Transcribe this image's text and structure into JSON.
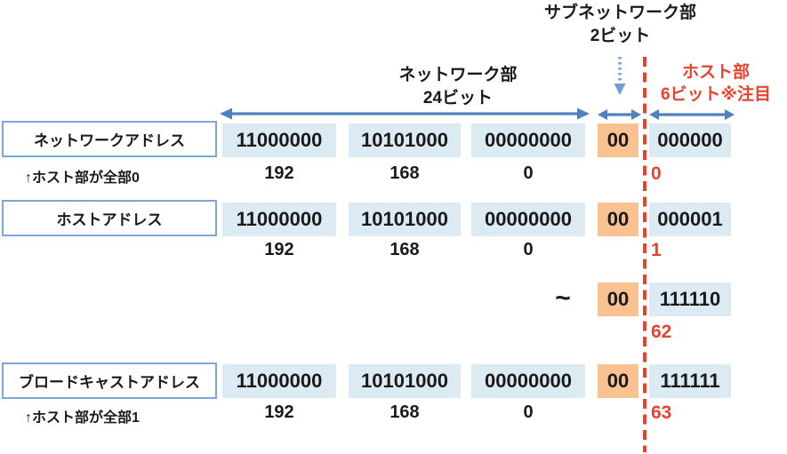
{
  "header": {
    "subnet_label_line1": "サブネットワーク部",
    "subnet_label_line2": "2ビット",
    "network_label_line1": "ネットワーク部",
    "network_label_line2": "24ビット",
    "host_label_line1": "ホスト部",
    "host_label_line2": "6ビット※注目"
  },
  "rows": {
    "network_address": {
      "label": "ネットワークアドレス",
      "note": "↑ホスト部が全部0",
      "octets": [
        "11000000",
        "10101000",
        "00000000"
      ],
      "subnet_bits": "00",
      "host_bits": "000000",
      "decimals": [
        "192",
        "168",
        "0"
      ],
      "host_decimal": "0"
    },
    "host_address": {
      "label": "ホストアドレス",
      "octets": [
        "11000000",
        "10101000",
        "00000000"
      ],
      "subnet_bits": "00",
      "host_bits": "000001",
      "decimals": [
        "192",
        "168",
        "0"
      ],
      "host_decimal": "1"
    },
    "range_ellipsis": {
      "tilde": "~",
      "subnet_bits": "00",
      "host_bits": "111110",
      "host_decimal": "62"
    },
    "broadcast_address": {
      "label": "ブロードキャストアドレス",
      "note": "↑ホスト部が全部1",
      "octets": [
        "11000000",
        "10101000",
        "00000000"
      ],
      "subnet_bits": "00",
      "host_bits": "111111",
      "decimals": [
        "192",
        "168",
        "0"
      ],
      "host_decimal": "63"
    }
  },
  "colors": {
    "cell_blue_bg": "#dcebf3",
    "subnet_orange_bg": "#fac191",
    "arrow_blue": "#4f81bd",
    "dotted_arrow_blue": "#6f9fd4",
    "boundary_red": "#e8432f",
    "box_border_blue": "#7ea6d8",
    "host_label_red": "#e8432f"
  }
}
